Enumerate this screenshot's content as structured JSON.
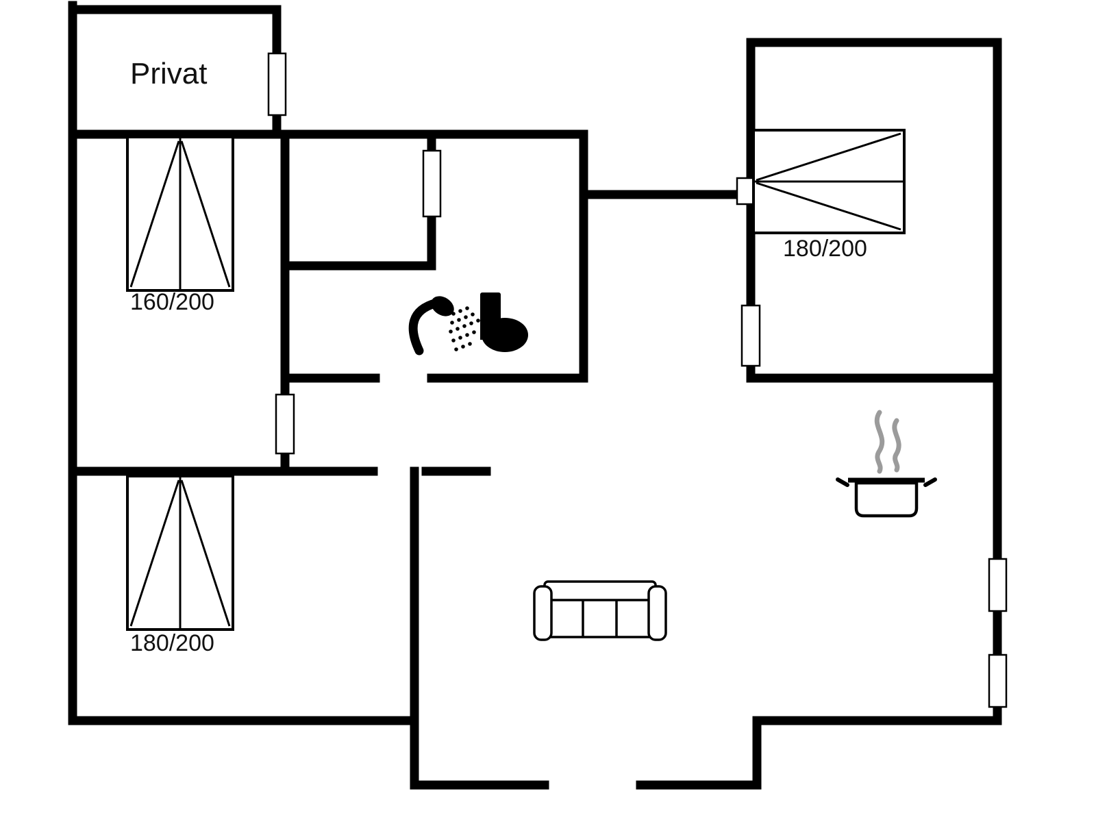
{
  "page": {
    "background": "#ffffff"
  },
  "colors": {
    "walls": "#000000",
    "text": "#111111",
    "steam": "#9b9b9b",
    "opening_border": "#000000",
    "opening_fill": "#ffffff"
  },
  "rooms": {
    "private": {
      "label": "Privat"
    },
    "bedroom_top_left": {
      "bed_size_label": "160/200"
    },
    "bedroom_bottom_left": {
      "bed_size_label": "180/200"
    },
    "bedroom_right": {
      "bed_size_label": "180/200"
    }
  },
  "icons": {
    "shower": "shower-icon",
    "toilet": "toilet-icon",
    "sofa": "sofa-icon",
    "cooking_pot": "cooking-pot-icon",
    "steam": "steam-icon",
    "bed_double": "double-bed-icon",
    "window": "window-opening",
    "door": "door-opening"
  }
}
